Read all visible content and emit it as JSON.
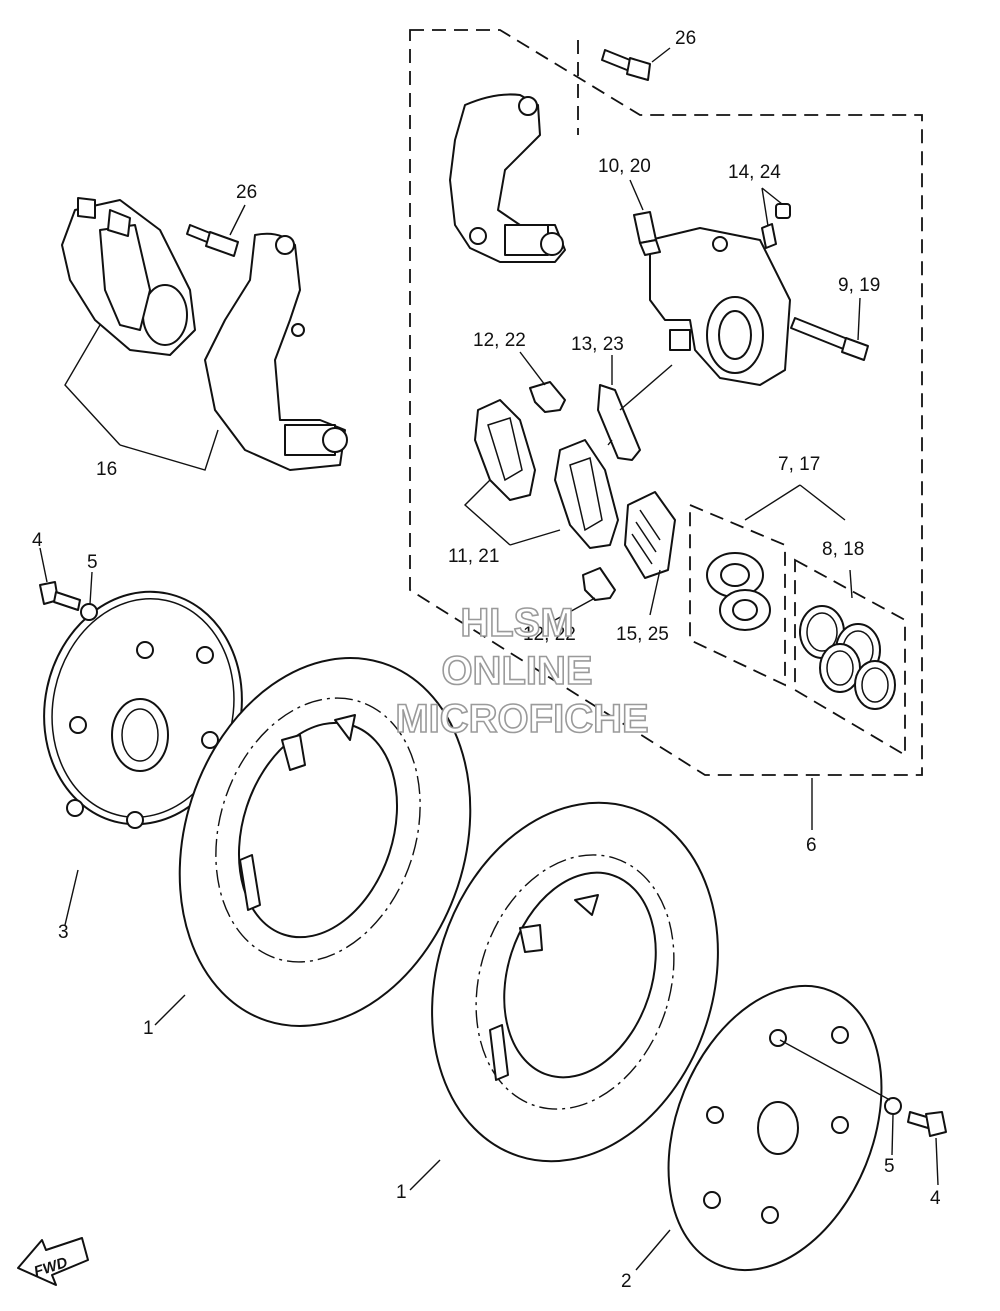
{
  "callouts": {
    "c26a": "26",
    "c26b": "26",
    "c10_20": "10, 20",
    "c14_24": "14, 24",
    "c9_19": "9, 19",
    "c12_22a": "12, 22",
    "c13_23": "13, 23",
    "c16": "16",
    "c7_17": "7, 17",
    "c8_18": "8, 18",
    "c11_21": "11, 21",
    "c4a": "4",
    "c5a": "5",
    "c12_22b": "12, 22",
    "c15_25": "15, 25",
    "c6": "6",
    "c3": "3",
    "c1a": "1",
    "c1b": "1",
    "c5b": "5",
    "c4b": "4",
    "c2": "2"
  },
  "watermark": {
    "line1": "HLSM",
    "line2": "ONLINE",
    "line3": "MICROFICHE"
  },
  "fwd_label": "FWD"
}
